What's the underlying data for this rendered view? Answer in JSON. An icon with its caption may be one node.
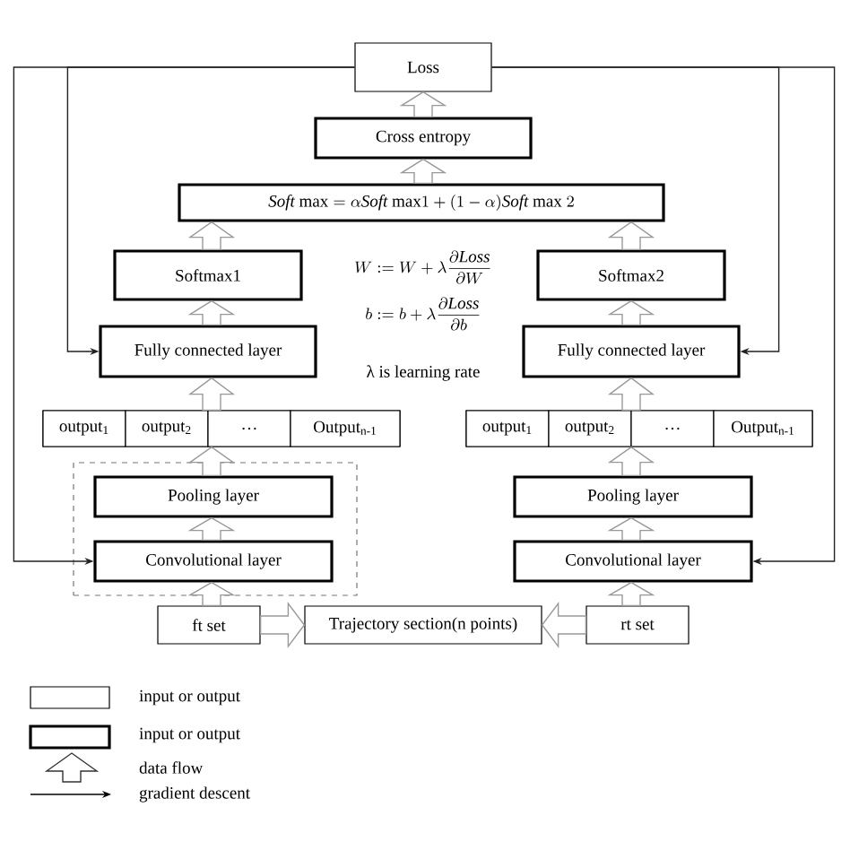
{
  "diagram": {
    "nodes": [
      {
        "text": [
          "Loss"
        ]
      },
      {
        "text": [
          "Cross entropy"
        ]
      },
      {
        "text": [
          "\\mathit{Soft}\\ \\mathrm{max} = \\alpha\\mathit{Soft}\\ \\mathrm{max}1 + (1-\\alpha)\\mathit{Soft}\\ \\mathrm{max}\\ 2"
        ]
      },
      {
        "text": [
          "Softmax1"
        ]
      },
      {
        "text": [
          "Softmax2"
        ]
      },
      {
        "text": [
          "Fully connected layer"
        ]
      },
      {
        "text": [
          "Fully connected layer"
        ]
      },
      {
        "text": [],
        "shape": "box"
      },
      {
        "text": [
          "output$_{1}$"
        ],
        "in": 7
      },
      {
        "text": [
          "output$_{2}$"
        ],
        "in": 7
      },
      {
        "text": [
          "…"
        ],
        "in": 7
      },
      {
        "text": [
          "Output$_{n-1}$"
        ],
        "in": 7
      },
      {
        "text": [],
        "shape": "box"
      },
      {
        "text": [
          "output$_{1}$"
        ],
        "in": 12
      },
      {
        "text": [
          "output$_{2}$"
        ],
        "in": 12
      },
      {
        "text": [
          "…"
        ],
        "in": 12
      },
      {
        "text": [
          "Output$_{n-1}$"
        ],
        "in": 12
      },
      {
        "text": [],
        "shape": "box"
      },
      {
        "text": [
          "Pooling layer"
        ],
        "in": 17
      },
      {
        "text": [
          "Convolutional layer"
        ],
        "in": 17
      },
      {
        "text": [
          "Pooling layer"
        ]
      },
      {
        "text": [
          "Convolutional layer"
        ]
      },
      {
        "text": [
          "ft set"
        ]
      },
      {
        "text": [
          "Trajectory section(n points)"
        ]
      },
      {
        "text": [
          "rt set"
        ]
      }
    ],
    "edges": [
      {
        "from": 1,
        "to": 0,
        "arrow": "to",
        "style": "thick"
      },
      {
        "from": 2,
        "to": 1,
        "arrow": "to",
        "style": "thick"
      },
      {
        "from": 3,
        "to": 2,
        "arrow": "to",
        "style": "thick"
      },
      {
        "from": 4,
        "to": 2,
        "arrow": "to",
        "style": "thick"
      },
      {
        "from": 5,
        "to": 3,
        "arrow": "to",
        "style": "thick"
      },
      {
        "from": 6,
        "to": 4,
        "arrow": "to",
        "style": "thick"
      },
      {
        "from": 7,
        "to": 5,
        "arrow": "to",
        "style": "thick"
      },
      {
        "from": 12,
        "to": 6,
        "arrow": "to",
        "style": "thick"
      },
      {
        "from": 18,
        "to": 7,
        "arrow": "to",
        "style": "thick"
      },
      {
        "from": 19,
        "to": 18,
        "arrow": "to",
        "style": "thick"
      },
      {
        "from": 22,
        "to": 19,
        "arrow": "to",
        "style": "thick"
      },
      {
        "from": 20,
        "to": 12,
        "arrow": "to",
        "style": "thick"
      },
      {
        "from": 21,
        "to": 20,
        "arrow": "to",
        "style": "thick"
      },
      {
        "from": 24,
        "to": 21,
        "arrow": "to",
        "style": "thick"
      },
      {
        "from": 22,
        "to": 23,
        "arrow": "to",
        "style": "thick"
      },
      {
        "from": 24,
        "to": 23,
        "arrow": "to",
        "style": "thick"
      },
      {
        "from": 0,
        "to": 19,
        "arrow": "to"
      },
      {
        "from": 0,
        "to": 5,
        "arrow": "to"
      },
      {
        "from": 0,
        "to": 21,
        "arrow": "to"
      },
      {
        "from": 0,
        "to": 6,
        "arrow": "to"
      }
    ],
    "labels": [
      "W := W + \\lambda \\frac{\\partial \\mathit{Loss}}{\\partial W}",
      "b := b + \\lambda \\frac{\\partial \\mathit{Loss}}{\\partial b}",
      "λ is learning rate"
    ],
    "legend": [
      {
        "text": "input or output"
      },
      {
        "text": "input or output"
      },
      {
        "text": "data flow"
      },
      {
        "text": "gradient descent"
      }
    ]
  }
}
